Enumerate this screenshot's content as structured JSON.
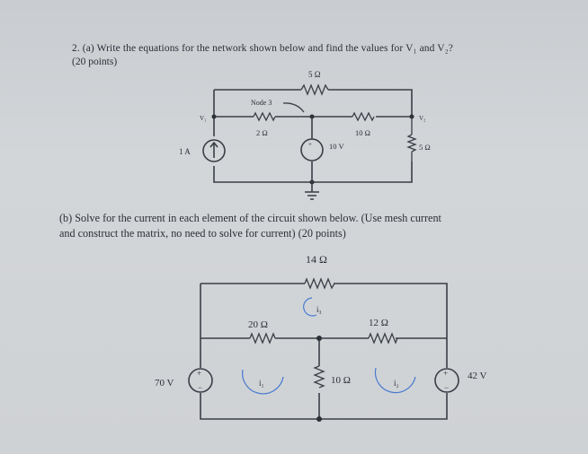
{
  "question_a": {
    "line1": "2. (a) Write the equations for the network shown below and find the values for V₁ and V₂?",
    "line2": "(20 points)"
  },
  "circuit_a": {
    "top_resistor": "5 Ω",
    "node_label": "Node 3",
    "left_resistor": "2 Ω",
    "mid_resistor": "10 Ω",
    "right_resistor": "5 Ω",
    "current_source": "1 A",
    "voltage_source": "10 V",
    "v1_label": "V₁",
    "v2_label": "V₂"
  },
  "question_b": {
    "line1": "(b) Solve for the current in each element of the circuit shown below. (Use mesh current",
    "line2": "and construct the matrix, no need to solve for current) (20 points)"
  },
  "circuit_b": {
    "top_resistor": "14 Ω",
    "left_resistor": "20 Ω",
    "right_resistor": "12 Ω",
    "center_resistor": "10 Ω",
    "left_source": "70 V",
    "right_source": "42 V",
    "mesh_i1": "i₁",
    "mesh_i2": "i₂",
    "mesh_i3": "i₃",
    "plus": "+",
    "minus": "−"
  }
}
